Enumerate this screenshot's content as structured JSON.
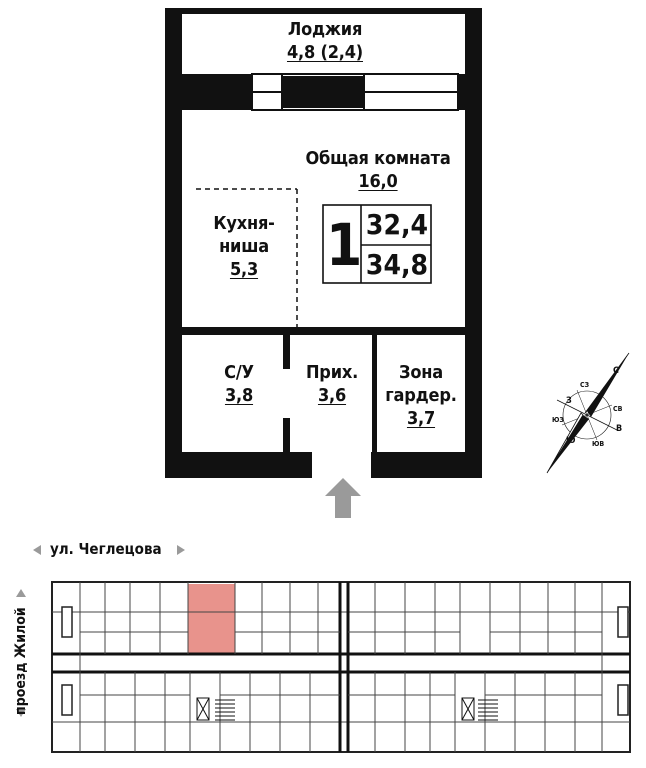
{
  "rooms": [
    {
      "id": "loggia",
      "name": "Лоджия",
      "area": "4,8 (2,4)"
    },
    {
      "id": "living",
      "name": "Общая комната",
      "area": "16,0"
    },
    {
      "id": "kitchen",
      "name_l1": "Кухня-",
      "name_l2": "ниша",
      "area": "5,3"
    },
    {
      "id": "bathroom",
      "name": "С/У",
      "area": "3,8"
    },
    {
      "id": "hall",
      "name": "Прих.",
      "area": "3,6"
    },
    {
      "id": "wardrobe",
      "name_l1": "Зона",
      "name_l2": "гардер.",
      "area": "3,7"
    }
  ],
  "badge": {
    "rooms_count": "1",
    "living_area": "32,4",
    "total_area": "34,8"
  },
  "streets": {
    "top": "ул. Чеглецова",
    "left": "проезд Жилой"
  },
  "compass": {
    "n": "С",
    "ne": "СВ",
    "e": "В",
    "se": "ЮВ",
    "s": "Ю",
    "sw": "ЮЗ",
    "w": "З",
    "nw": "СЗ"
  },
  "colors": {
    "wall": "#111111",
    "highlight": "#e8938c",
    "arrow": "#9a9a9a",
    "plan_line": "#555555"
  }
}
